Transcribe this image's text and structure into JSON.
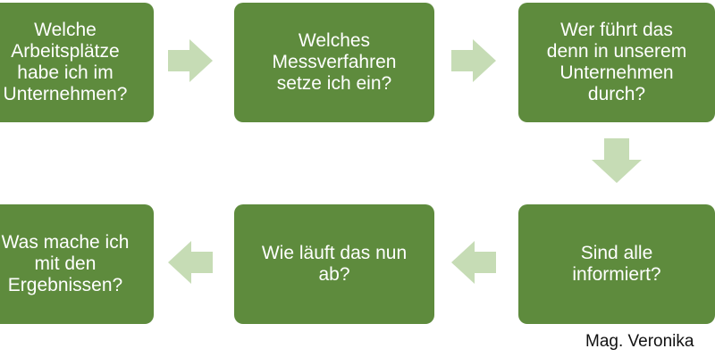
{
  "colors": {
    "box_fill": "#5e8b3d",
    "box_text": "#ffffff",
    "arrow_fill": "#c6dcb5",
    "background": "#ffffff"
  },
  "boxes": [
    {
      "text": "Welche\nArbeitsplätze\nhabe ich im\nUnternehmen?"
    },
    {
      "text": "Welches\nMessverfahren\nsetze ich ein?"
    },
    {
      "text": "Wer führt das\ndenn in unserem\nUnternehmen\ndurch?"
    },
    {
      "text": "Sind alle\ninformiert?"
    },
    {
      "text": "Wie läuft das nun\nab?"
    },
    {
      "text": "Was mache ich\nmit den\nErgebnissen?"
    }
  ],
  "arrows": [
    {
      "direction": "right"
    },
    {
      "direction": "right"
    },
    {
      "direction": "down"
    },
    {
      "direction": "left"
    },
    {
      "direction": "left"
    }
  ],
  "credit": "Mag. Veronika"
}
